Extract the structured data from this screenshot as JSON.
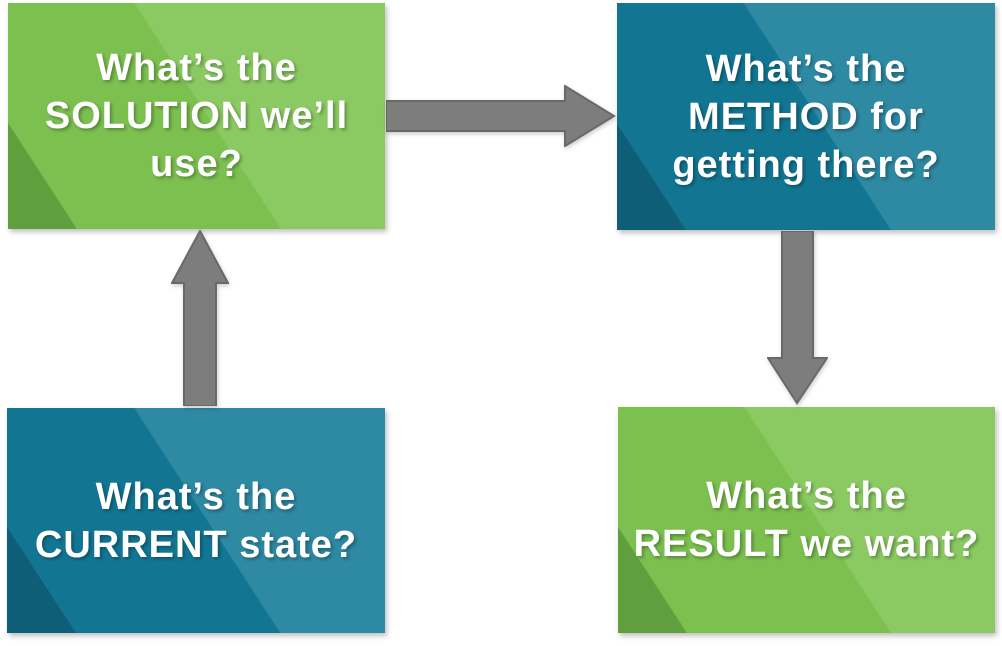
{
  "theme": {
    "css_vars": {
      "page-bg": "#ffffff",
      "text-color": "#ffffff",
      "green-main": "#7cc04f",
      "green-light": "#8bca62",
      "green-dark": "#5f9f3e",
      "teal-main": "#127693",
      "teal-light": "#2e89a3",
      "teal-dark": "#0f5e78",
      "arrow-fill": "#7d7d7d",
      "arrow-stroke": "#696969"
    }
  },
  "diagram": {
    "boxes": [
      {
        "id": "solution",
        "color": "green",
        "text": "What’s the\nSOLUTION we’ll\nuse?"
      },
      {
        "id": "method",
        "color": "teal",
        "text": "What’s the\nMETHOD for\ngetting there?"
      },
      {
        "id": "current",
        "color": "teal",
        "text": "What’s the\nCURRENT state?"
      },
      {
        "id": "result",
        "color": "green",
        "text": "What’s the\nRESULT we want?"
      }
    ],
    "arrows": [
      {
        "id": "current-to-solution",
        "direction": "up"
      },
      {
        "id": "solution-to-method",
        "direction": "right"
      },
      {
        "id": "method-to-result",
        "direction": "down"
      }
    ]
  }
}
